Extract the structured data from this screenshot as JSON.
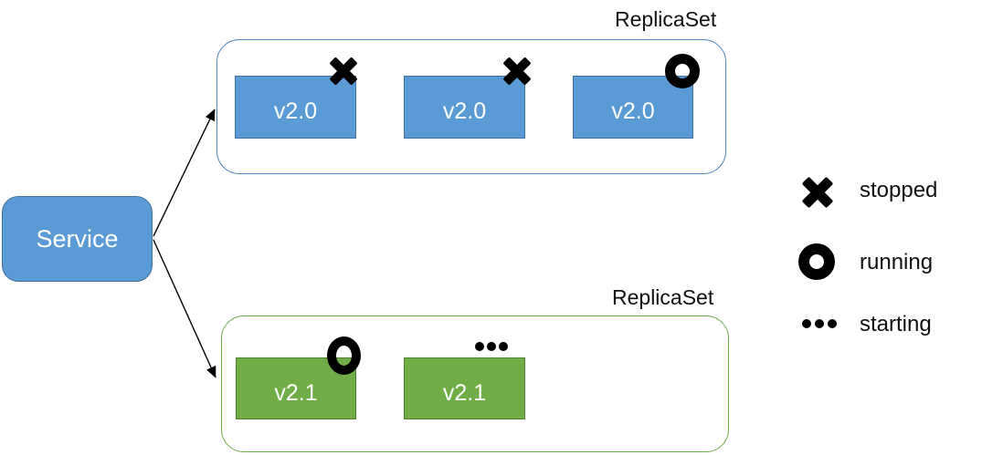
{
  "colors": {
    "pod_blue": "#5b9bd5",
    "pod_blue_border": "#41719c",
    "pod_green": "#70ad47",
    "pod_green_border": "#507e32",
    "container_blue_border": "#4f81bd",
    "container_green_border": "#70ad47",
    "marker_black": "#000000"
  },
  "diagram": {
    "service": {
      "label": "Service"
    },
    "replicasets": [
      {
        "label": "ReplicaSet",
        "pods": [
          {
            "label": "v2.0",
            "status": "stopped"
          },
          {
            "label": "v2.0",
            "status": "stopped"
          },
          {
            "label": "v2.0",
            "status": "running"
          }
        ]
      },
      {
        "label": "ReplicaSet",
        "pods": [
          {
            "label": "v2.1",
            "status": "running"
          },
          {
            "label": "v2.1",
            "status": "starting"
          }
        ]
      }
    ]
  },
  "legend": {
    "items": [
      {
        "icon": "stopped-cross-icon",
        "label": "stopped"
      },
      {
        "icon": "running-ring-icon",
        "label": "running"
      },
      {
        "icon": "starting-dots-icon",
        "label": "starting"
      }
    ]
  }
}
